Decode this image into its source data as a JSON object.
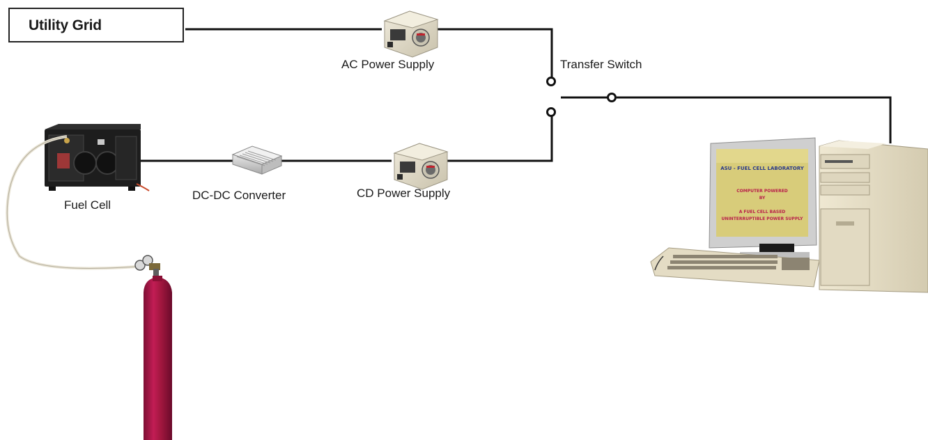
{
  "diagram": {
    "utility_grid": "Utility Grid",
    "labels": {
      "ac_power_supply": "AC Power Supply",
      "transfer_switch": "Transfer Switch",
      "fuel_cell": "Fuel Cell",
      "dc_dc_converter": "DC-DC Converter",
      "cd_power_supply": "CD Power Supply"
    },
    "monitor_screen": {
      "title": "ASU - FUEL CELL LABORATORY",
      "line1": "COMPUTER POWERED",
      "line2": "BY",
      "line3": "A FUEL CELL BASED",
      "line4": "UNINTERRUPTIBLE POWER SUPPLY"
    }
  },
  "colors": {
    "wire": "#111111",
    "cylinder": "#b0174a",
    "power_supply_body": "#d9d4c3",
    "fuel_cell_body": "#1d1d1d",
    "monitor_screen": "#d8cc7a",
    "screen_title": "#2a3a8a",
    "screen_text": "#b8204a",
    "computer_beige": "#e6dec6"
  }
}
